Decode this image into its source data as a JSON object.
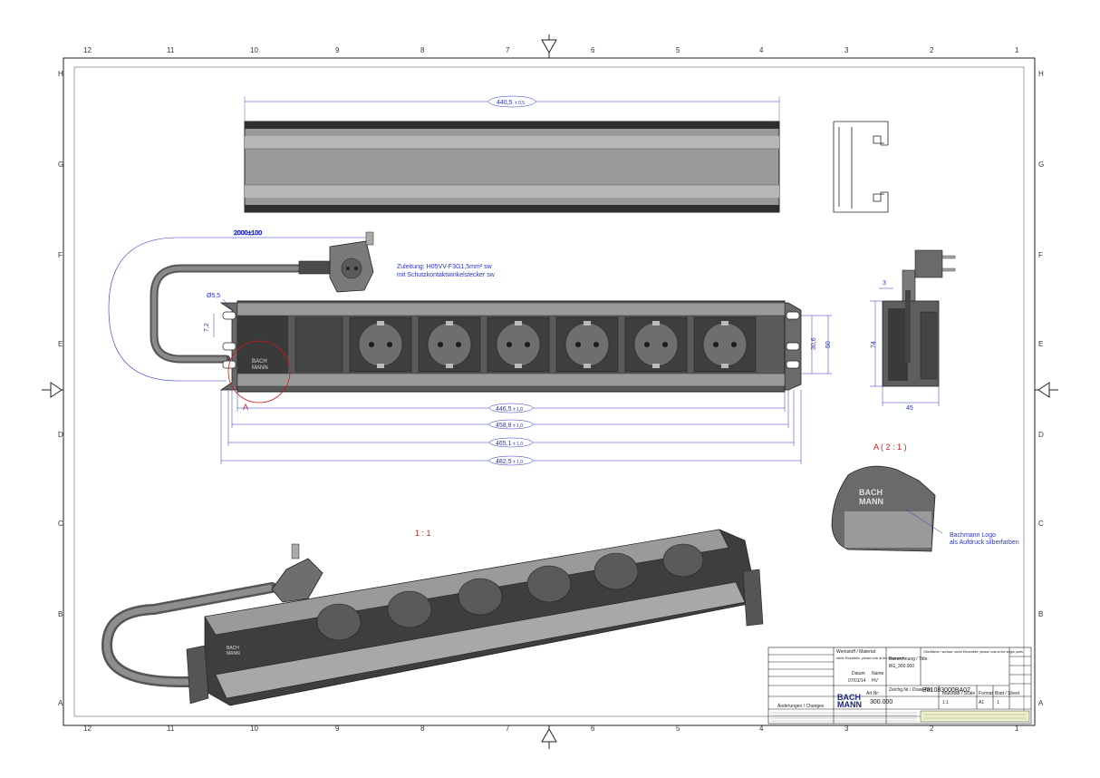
{
  "frame": {
    "columns": [
      "12",
      "11",
      "10",
      "9",
      "8",
      "7",
      "6",
      "5",
      "4",
      "3",
      "2",
      "1"
    ],
    "rows": [
      "H",
      "G",
      "F",
      "E",
      "D",
      "C",
      "B",
      "A"
    ]
  },
  "dimensions": {
    "profile_length": "440,5",
    "profile_length_tol": "± 0,5",
    "cable_length": "2000±100",
    "hole_diameter": "Ø5,5",
    "hole_offset": "7,2",
    "inner_height": "30,6",
    "outer_height": "50",
    "len_1": "446,5",
    "len_2": "458,8",
    "len_3": "465,1",
    "len_4": "482,5",
    "len_tol": "± 1,0",
    "side_depth": "45",
    "side_height": "74",
    "side_offset": "3"
  },
  "notes": {
    "cable_line1": "Zuleitung: H05VV-F3G1,5mm² sw",
    "cable_line2": "mit Schutzkontaktwinkelstecker sw",
    "detail_marker": "A",
    "detail_title": "A ( 2 : 1 )",
    "scale_label": "1 : 1",
    "logo_note_line1": "Bachmann Logo",
    "logo_note_line2": "als Aufdruck silberfarben",
    "logo_top": "BACH",
    "logo_bottom": "MANN"
  },
  "title_block": {
    "material_label": "Werkstoff / Material:",
    "material_value": "siehe Einzelteile; please look at the single parts",
    "surface_label": "Oberfläche / surface: siehe Einzelteile; please look at the single parts",
    "description_label": "Bezeichnung / Title:",
    "description_value": "BG_300.000",
    "drawing_no_label": "Zeichg.Nr / Draw.-No:",
    "drawing_no": "B01083000BA02",
    "article_label": "Art.Nr:",
    "article_no": "300.000",
    "scale_label": "Maßstab / Scale",
    "scale": "1:1",
    "format_label": "Format",
    "format": "A1",
    "sheet_label": "Blatt / Sheet",
    "sheet": "1",
    "date_label": "Datum",
    "date": "07/01/14",
    "name_label": "Name",
    "name": "HV",
    "changes_label": "Änderungen / Changes",
    "company_top": "BACH",
    "company_bottom": "MANN"
  },
  "colors": {
    "accent_blue": "#2a33c8",
    "red": "#d01818",
    "body_gray": "#8a8a8a",
    "dark_gray": "#3a3a3a"
  }
}
